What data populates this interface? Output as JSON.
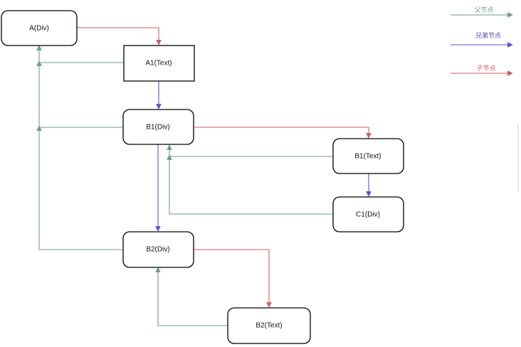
{
  "nodes": {
    "a_div": "A(Div)",
    "a1_text": "A1(Text)",
    "b1_div": "B1(Div)",
    "b1_text": "B1(Text)",
    "c1_div": "C1(Div)",
    "b2_div": "B2(Div)",
    "b2_text": "B2(Text)"
  },
  "legend": {
    "parent": "父节点",
    "sibling": "兄弟节点",
    "child": "子节点"
  },
  "colors": {
    "parent": "#6a9f80",
    "sibling": "#5b4fd0",
    "child": "#cc5c5c",
    "node_border": "#000000"
  }
}
